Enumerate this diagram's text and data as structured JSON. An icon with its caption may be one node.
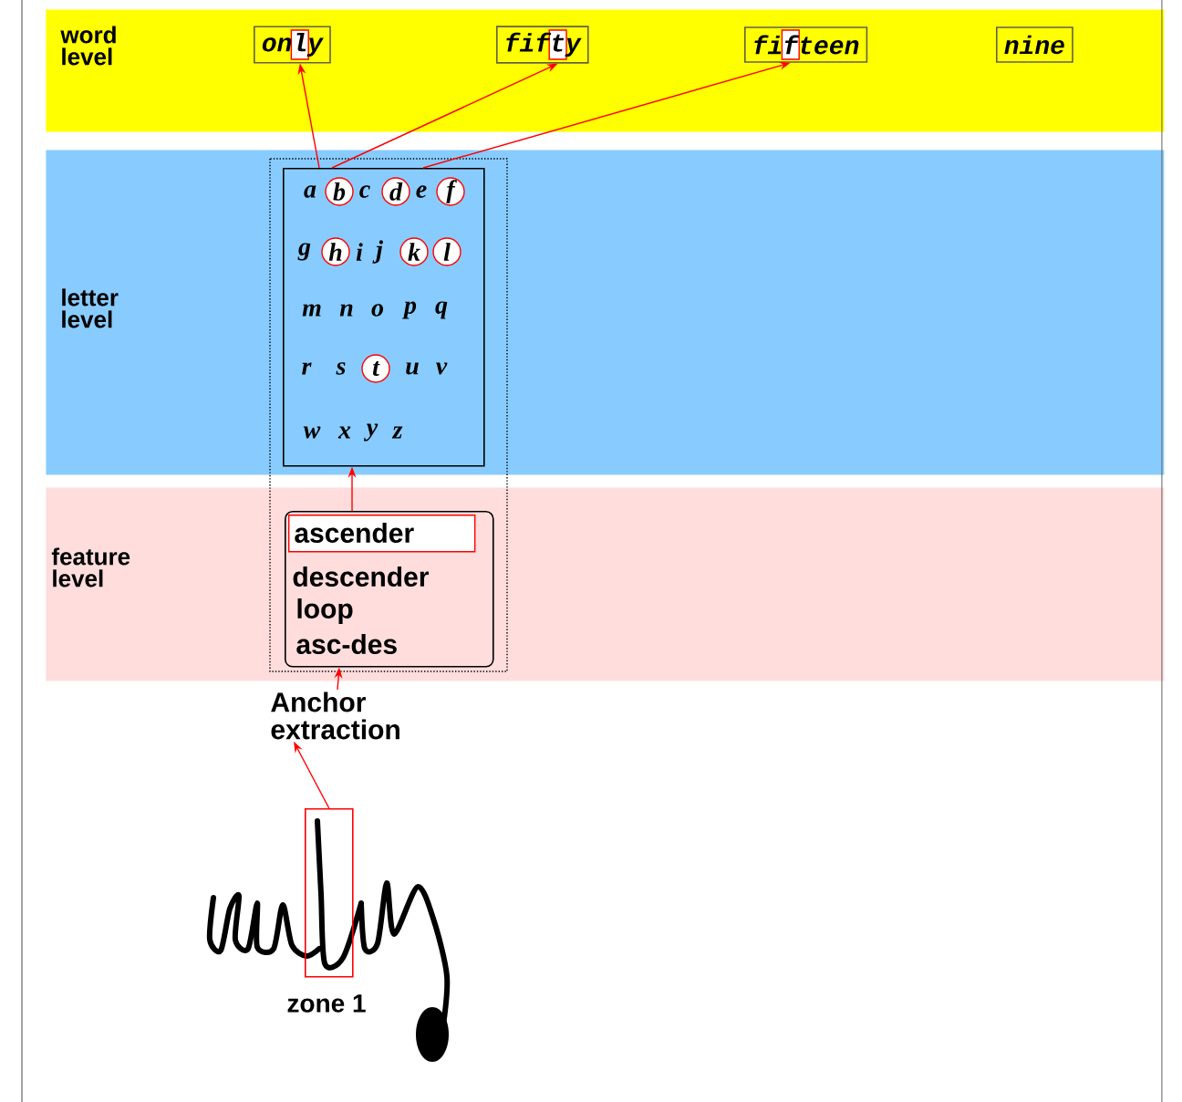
{
  "diagram": {
    "nodes": [
      {
        "text": [
          "word level"
        ]
      },
      {
        "text": [
          "only"
        ],
        "in": 0
      },
      {
        "text": [
          "fifty"
        ],
        "in": 0
      },
      {
        "text": [
          "fifteen"
        ],
        "in": 0
      },
      {
        "text": [
          "nine"
        ],
        "in": 0
      },
      {
        "text": [
          "letter level"
        ]
      },
      {
        "text": [],
        "shape": "box",
        "in": 5
      },
      {
        "text": [
          "b"
        ],
        "in": 6
      },
      {
        "text": [
          "d"
        ],
        "in": 6
      },
      {
        "text": [
          "f"
        ],
        "in": 6
      },
      {
        "text": [
          "h"
        ],
        "in": 6
      },
      {
        "text": [
          "k"
        ],
        "in": 6
      },
      {
        "text": [
          "l"
        ],
        "in": 6
      },
      {
        "text": [
          "t"
        ],
        "in": 6
      },
      {
        "text": [
          "feature level"
        ]
      },
      {
        "text": [
          "descender",
          "loop",
          "asc-des"
        ],
        "in": 14
      },
      {
        "text": [
          "ascender"
        ],
        "in": 15
      },
      {
        "text": [
          "Anchor extraction"
        ]
      },
      {
        "text": [],
        "shape": "box",
        "beside": [
          "zone 1"
        ]
      }
    ],
    "edges": [
      {
        "from": 18,
        "to": 17,
        "arrow": "to"
      },
      {
        "from": 17,
        "to": 15,
        "arrow": "to"
      },
      {
        "from": 15,
        "to": 6,
        "arrow": "to"
      },
      {
        "from": 6,
        "to": 1,
        "arrow": "to"
      },
      {
        "from": 6,
        "to": 2,
        "arrow": "to"
      },
      {
        "from": 6,
        "to": 3,
        "arrow": "to"
      }
    ],
    "labels": [
      "a",
      "c",
      "e",
      "g",
      "i",
      "j",
      "m",
      "n",
      "o",
      "p",
      "q",
      "r",
      "s",
      "u",
      "v",
      "w",
      "x",
      "y",
      "z"
    ]
  }
}
